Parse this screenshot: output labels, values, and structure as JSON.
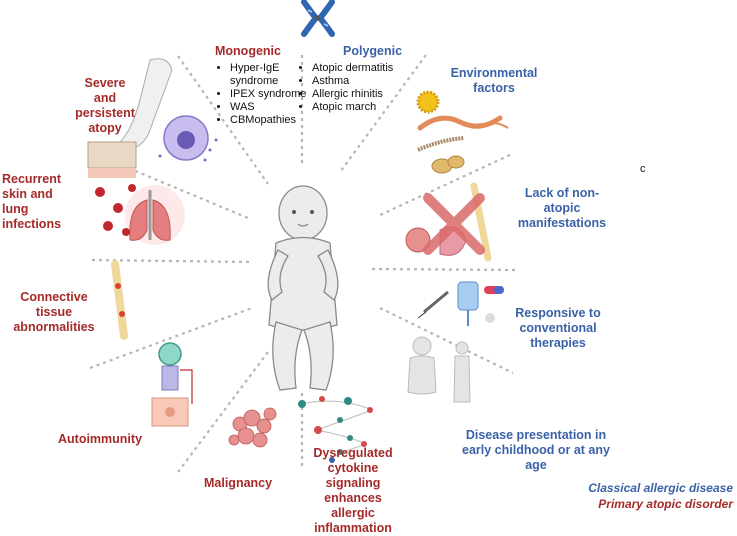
{
  "center_figure": {
    "icon": "infant-figure-icon"
  },
  "monogenic": {
    "title": "Monogenic",
    "items": [
      "Hyper-IgE syndrome",
      "IPEX syndrome",
      "WAS",
      "CBMopathies"
    ]
  },
  "polygenic": {
    "title": "Polygenic",
    "items": [
      "Atopic dermatitis",
      "Asthma",
      "Allergic rhinitis",
      "Atopic march"
    ]
  },
  "primary_features": {
    "severe_atopy": [
      "Severe",
      "and",
      "persistent",
      "atopy"
    ],
    "recurrent_infections": [
      "Recurrent",
      "skin and",
      "lung",
      "infections"
    ],
    "connective_tissue": [
      "Connective",
      "tissue",
      "abnormalities"
    ],
    "autoimmunity": "Autoimmunity",
    "malignancy": "Malignancy",
    "cytokine": [
      "Dysregulated",
      "cytokine",
      "signaling",
      "enhances",
      "allergic",
      "inflammation"
    ]
  },
  "classical_features": {
    "environmental": [
      "Environmental",
      "factors"
    ],
    "lack_non_atopic": [
      "Lack of non-",
      "atopic",
      "manifestations"
    ],
    "responsive": [
      "Responsive to",
      "conventional",
      "therapies"
    ],
    "presentation": [
      "Disease presentation in",
      "early childhood or at any",
      "age"
    ]
  },
  "corner_letter": "c",
  "legend": {
    "classical": "Classical allergic disease",
    "primary": "Primary atopic disorder"
  },
  "colors": {
    "primary": "#a52a2a",
    "classical": "#3a62a8",
    "divider": "#b5b5b5"
  }
}
